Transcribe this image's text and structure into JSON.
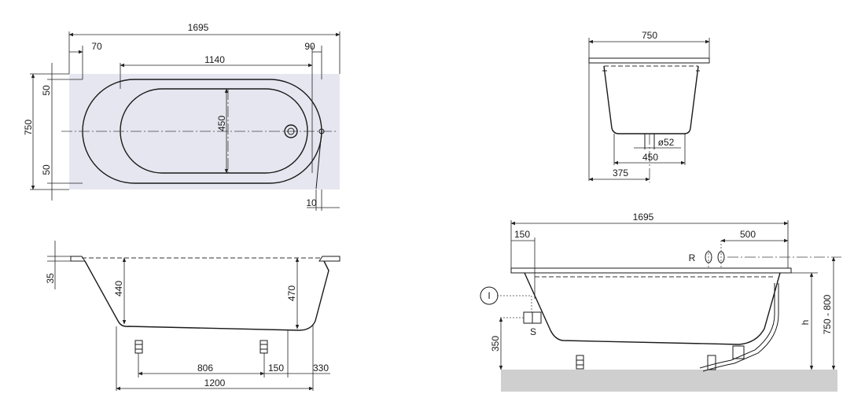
{
  "colors": {
    "line": "#1a1a1a",
    "tub_fill": "#e6e6f0",
    "floor_fill": "#cfcfcf"
  },
  "top_view": {
    "overall_length": "1695",
    "left_offset": "70",
    "right_offset": "90",
    "inner_length": "1140",
    "overall_width": "750",
    "inner_width": "450",
    "rim_top": "50",
    "rim_bottom": "50",
    "drain_offset": "10"
  },
  "front_view": {
    "rim_height": "35",
    "left_depth": "440",
    "right_depth": "470",
    "feet_spacing": "806",
    "right_foot_offset": "150",
    "right_end_offset": "330",
    "support_length": "1200"
  },
  "end_view": {
    "overall_width": "750",
    "drain_diameter": "ø52",
    "drain_width": "450",
    "drain_offset": "375"
  },
  "installation_view": {
    "overall_length": "1695",
    "left_offset": "150",
    "tap_offset": "500",
    "tap_label": "R",
    "inlet_marker": "I",
    "outlet_label": "S",
    "height_label": "h",
    "height_range": "750 - 800",
    "floor_height": "350"
  }
}
